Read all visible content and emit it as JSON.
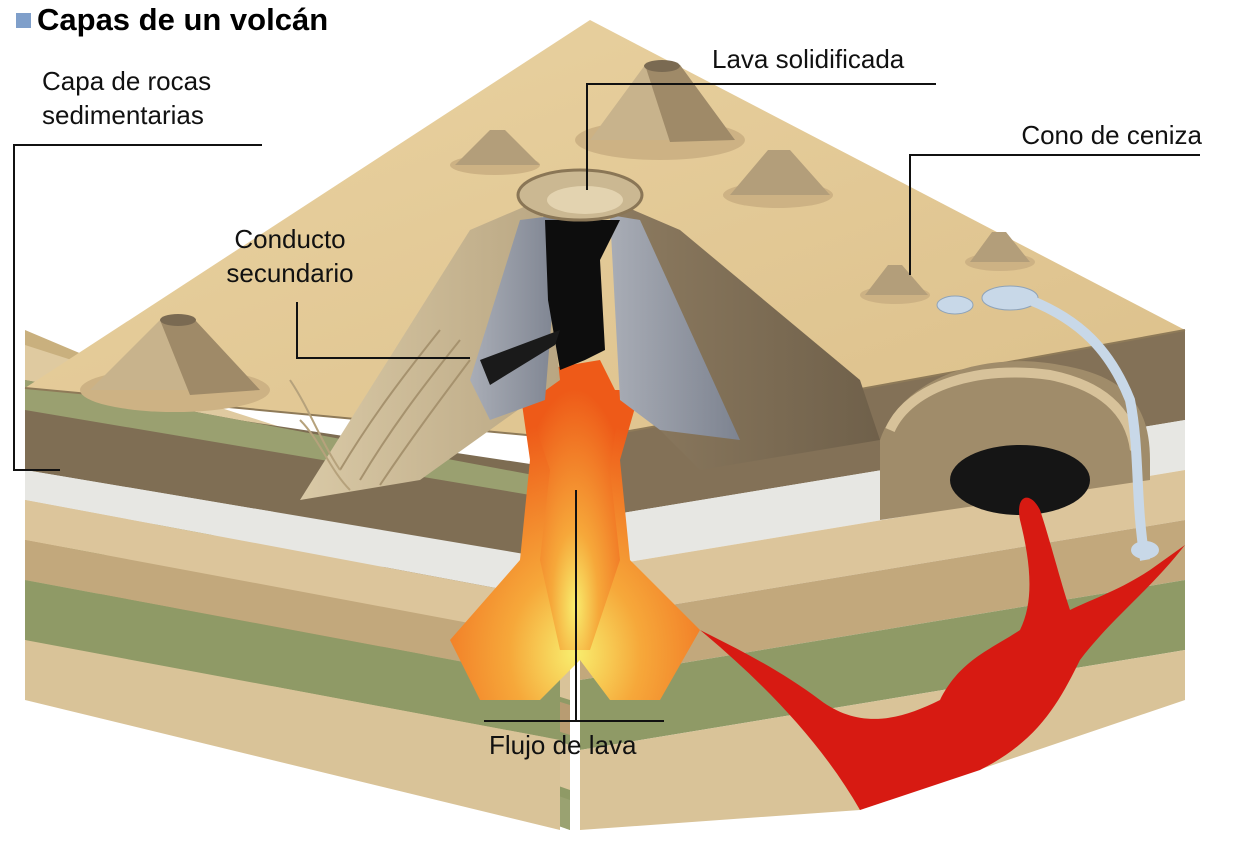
{
  "title": "Capas de un volcán",
  "colors": {
    "title_bullet": "#7f9fca",
    "ground_top": "#e3c995",
    "rock_dark": "#8a7a5e",
    "rock_light": "#d8c39c",
    "limestone": "#e4e4e0",
    "green_layer": "#8f9a66",
    "lava_orange": "#f06a1c",
    "lava_yellow": "#f6e25a",
    "lava_red": "#d71a12",
    "water": "#c8d8e8"
  },
  "labels": {
    "sedimentary": [
      "Capa de rocas",
      "sedimentarias"
    ],
    "secondary_conduit": [
      "Conducto",
      "secundario"
    ],
    "solidified_lava": "Lava solidificada",
    "ash_cone": "Cono de ceniza",
    "lava_flow": "Flujo de lava"
  }
}
